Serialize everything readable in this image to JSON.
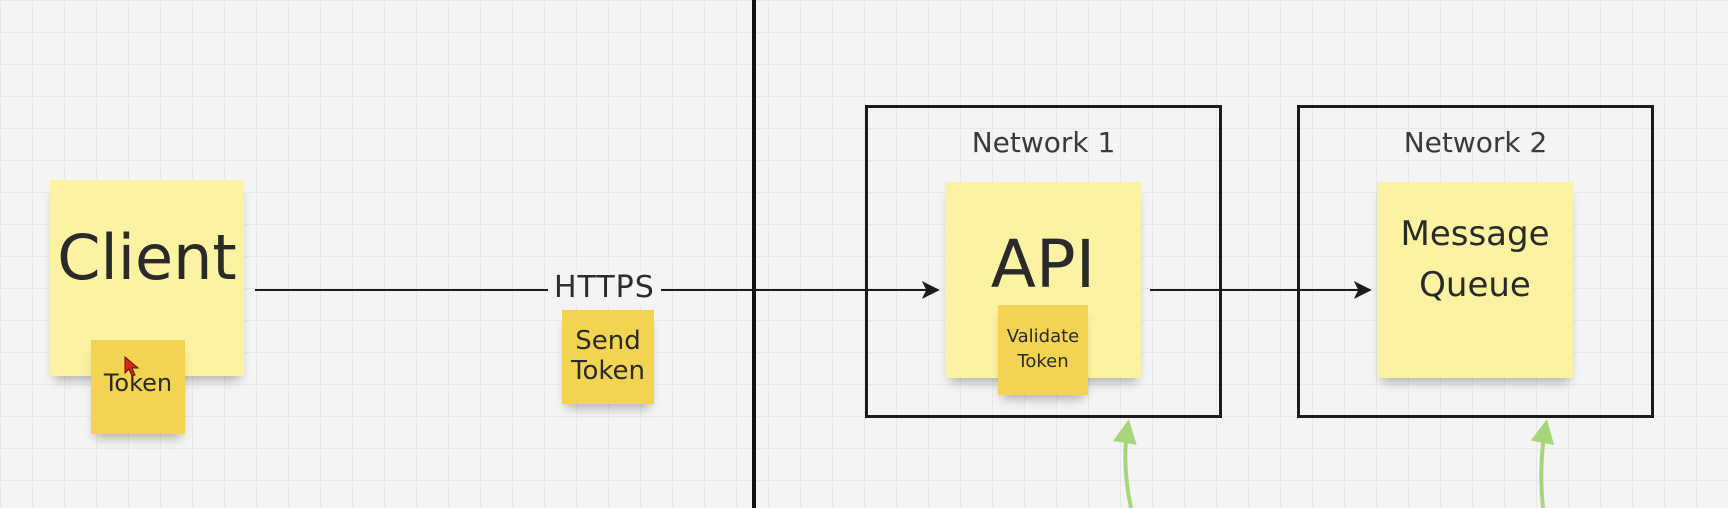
{
  "nodes": {
    "client": {
      "label": "Client"
    },
    "token": {
      "label": "Token"
    },
    "send_token": {
      "label_line1": "Send",
      "label_line2": "Token"
    },
    "api": {
      "label": "API"
    },
    "validate_token": {
      "label_line1": "Validate",
      "label_line2": "Token"
    },
    "message_queue": {
      "label_line1": "Message",
      "label_line2": "Queue"
    }
  },
  "groups": {
    "network1": {
      "label": "Network 1"
    },
    "network2": {
      "label": "Network 2"
    }
  },
  "edges": {
    "client_to_api": {
      "label": "HTTPS"
    }
  },
  "colors": {
    "note_light": "#fbf3a2",
    "note_dark": "#f3d452",
    "frame": "#1b1b1b",
    "green_arrow": "#a6d67a",
    "cursor": "#d9261c"
  }
}
